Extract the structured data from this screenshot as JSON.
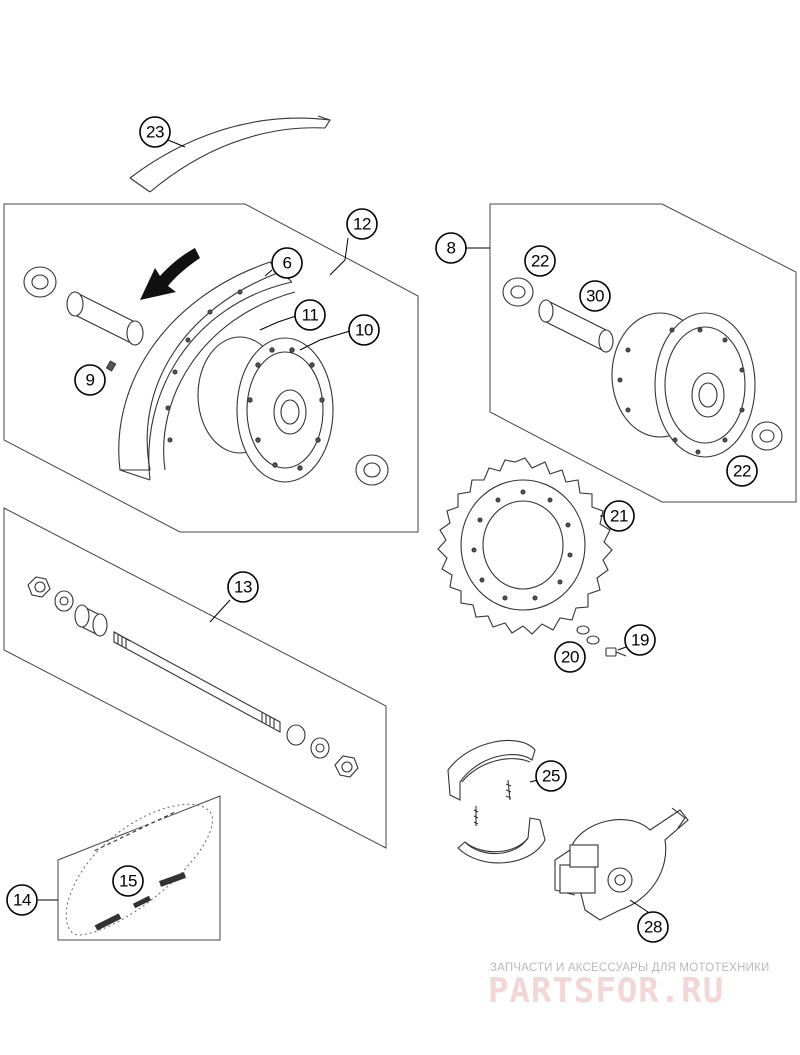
{
  "callouts": {
    "c23": "23",
    "c12": "12",
    "c6": "6",
    "c11": "11",
    "c10": "10",
    "c9": "9",
    "c8": "8",
    "c22a": "22",
    "c30": "30",
    "c22b": "22",
    "c21": "21",
    "c13": "13",
    "c19": "19",
    "c20": "20",
    "c25": "25",
    "c14": "14",
    "c15": "15",
    "c28": "28"
  },
  "watermark": {
    "tagline": "ЗАПЧАСТИ И АКСЕССУАРЫ ДЛЯ МОТОТЕХНИКИ",
    "logo": "PARTSFOR.RU"
  },
  "colors": {
    "line": "#333333",
    "watermark_logo": "#f3d6d6",
    "watermark_text": "#b9b9b9"
  }
}
